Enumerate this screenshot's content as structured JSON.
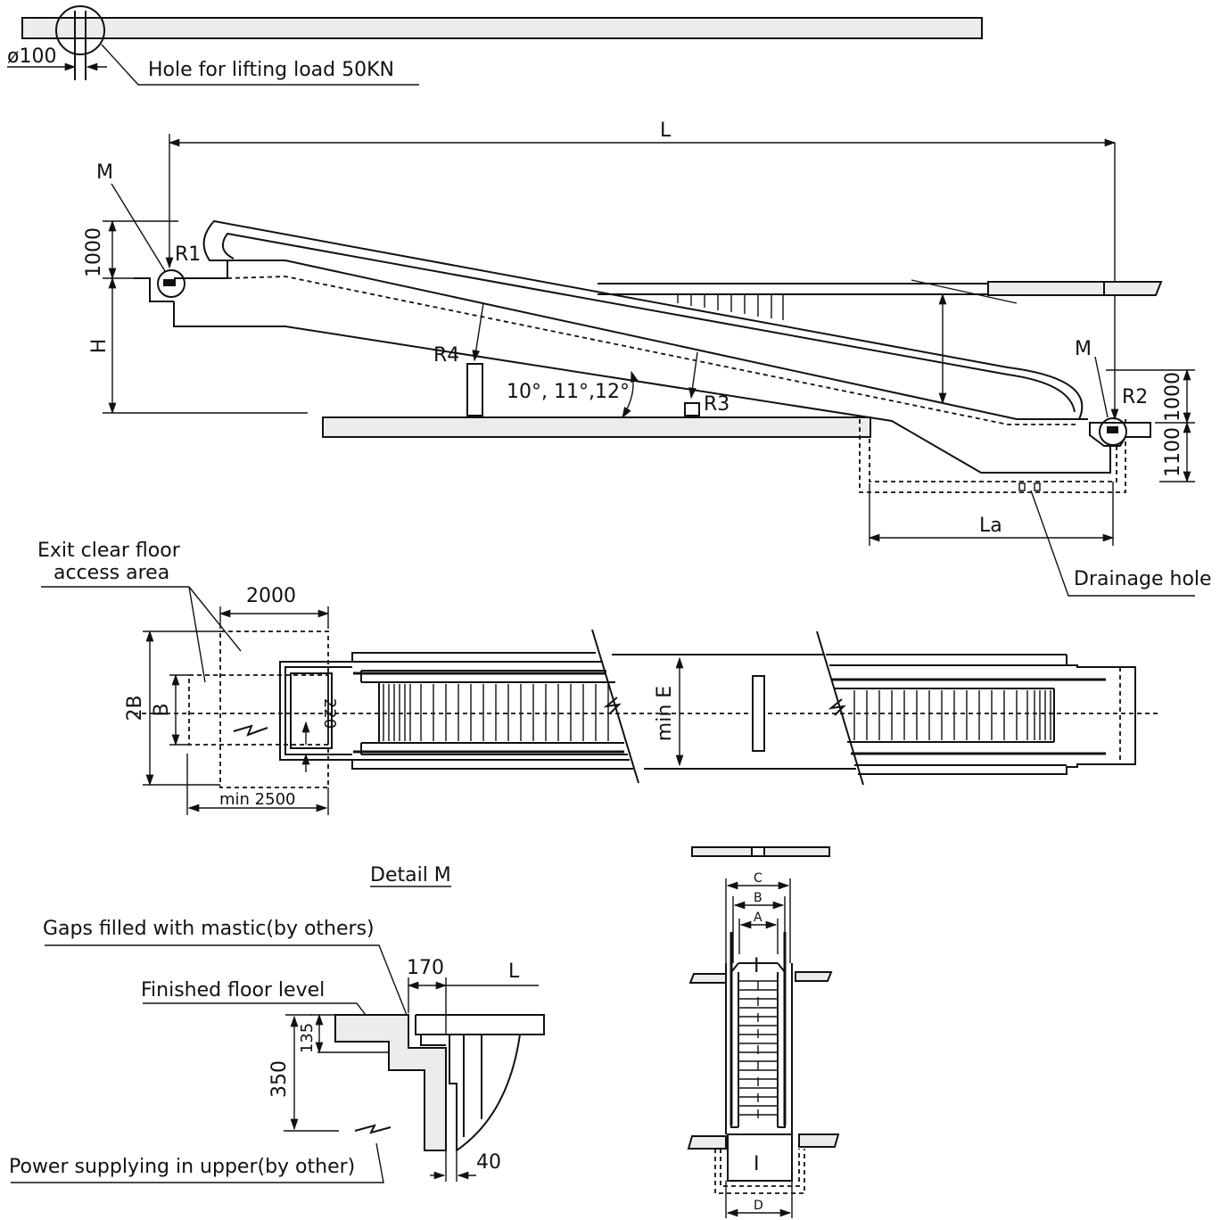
{
  "labels": {
    "dia": "ø100",
    "lifting_hole": "Hole for lifting load 50KN",
    "L": "L",
    "M_left": "M",
    "M_right": "M",
    "R1": "R1",
    "R2": "R2",
    "R3": "R3",
    "R4": "R4",
    "dim_1000_left": "1000",
    "H": "H",
    "angles": "10°, 11°,12°",
    "dim_1000_right": "1000",
    "dim_1100_right": "1100",
    "La": "La",
    "drainage": "Drainage hole",
    "exit_area_line1": "Exit clear floor",
    "exit_area_line2": "access area",
    "dim_2000": "2000",
    "dim_2B": "2B",
    "dim_B": "B",
    "dim_220": "220",
    "min_E": "min E",
    "min_2500": "min 2500",
    "detail_m": "Detail M",
    "gaps": "Gaps filled with mastic(by others)",
    "ffl": "Finished floor level",
    "dim_170": "170",
    "L_detail": "L",
    "dim_135": "135",
    "dim_350": "350",
    "power": "Power supplying in upper(by other)",
    "dim_40": "40",
    "sec_C": "C",
    "sec_B": "B",
    "sec_A": "A",
    "sec_D": "D",
    "sec_I1": "I",
    "sec_I2": "I"
  }
}
